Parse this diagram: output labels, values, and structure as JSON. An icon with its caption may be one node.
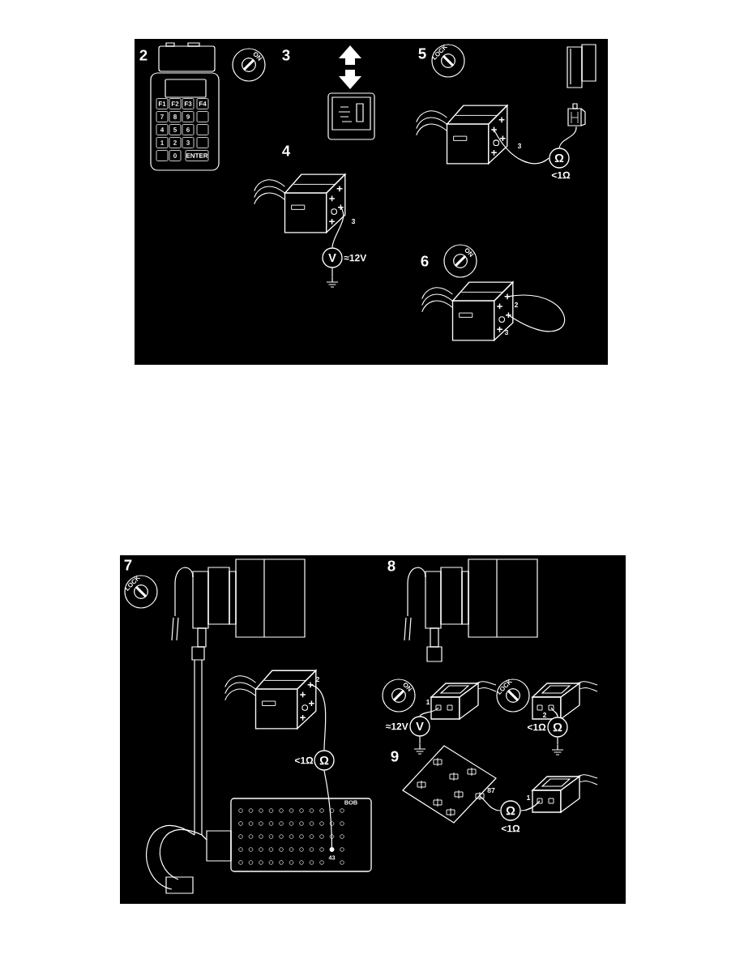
{
  "diagram": {
    "nodes": [
      {
        "text": [],
        "shape": "picture"
      },
      {
        "text": [
          "V"
        ],
        "beside": [
          "≈12V"
        ]
      },
      {
        "text": [],
        "shape": "picture"
      },
      {
        "text": [],
        "shape": "picture"
      },
      {
        "text": [
          "Ω"
        ],
        "beside": [
          "<1Ω"
        ]
      },
      {
        "text": [],
        "shape": "picture"
      },
      {
        "text": [],
        "shape": "picture"
      },
      {
        "text": [],
        "shape": "picture"
      },
      {
        "text": [
          "Ω"
        ],
        "beside": [
          "<1Ω"
        ]
      },
      {
        "text": [
          "BOB",
          "43"
        ]
      },
      {
        "text": [],
        "shape": "picture"
      },
      {
        "text": [
          "V"
        ],
        "beside": [
          "≈12V"
        ]
      },
      {
        "text": [],
        "shape": "picture"
      },
      {
        "text": [],
        "shape": "picture"
      },
      {
        "text": [
          "Ω"
        ],
        "beside": [
          "<1Ω"
        ]
      },
      {
        "text": [],
        "shape": "picture"
      },
      {
        "text": [],
        "shape": "picture"
      },
      {
        "text": [],
        "shape": "picture"
      },
      {
        "text": [
          "Ω"
        ],
        "beside": [
          "<1Ω"
        ]
      }
    ],
    "edges": [
      {
        "from": 0,
        "to": 1,
        "arrow": "none"
      },
      {
        "from": 1,
        "to": 2,
        "arrow": "none"
      },
      {
        "from": 3,
        "to": 4,
        "arrow": "none"
      },
      {
        "from": 4,
        "to": 5,
        "arrow": "none"
      },
      {
        "from": 6,
        "to": 6,
        "arrow": "none"
      },
      {
        "from": 7,
        "to": 8,
        "arrow": "none"
      },
      {
        "from": 8,
        "to": 9,
        "arrow": "none"
      },
      {
        "from": 10,
        "to": 11,
        "arrow": "none"
      },
      {
        "from": 11,
        "to": 12,
        "arrow": "none"
      },
      {
        "from": 13,
        "to": 14,
        "arrow": "none"
      },
      {
        "from": 14,
        "to": 15,
        "arrow": "none"
      },
      {
        "from": 16,
        "to": 18,
        "arrow": "none"
      },
      {
        "from": 18,
        "to": 17,
        "arrow": "none"
      }
    ],
    "labels": [
      "2",
      "ON",
      "F1",
      "F2",
      "F3",
      "F4",
      "7",
      "8",
      "9",
      "4",
      "5",
      "6",
      "1",
      "2",
      "3",
      "0",
      "ENTER",
      "3",
      "4",
      "3",
      "5",
      "LOCK",
      "3",
      "6",
      "ON",
      "2",
      "3",
      "7",
      "LOCK",
      "2",
      "8",
      "ON",
      "LOCK",
      "1",
      "2",
      "9",
      "87",
      "1"
    ]
  }
}
